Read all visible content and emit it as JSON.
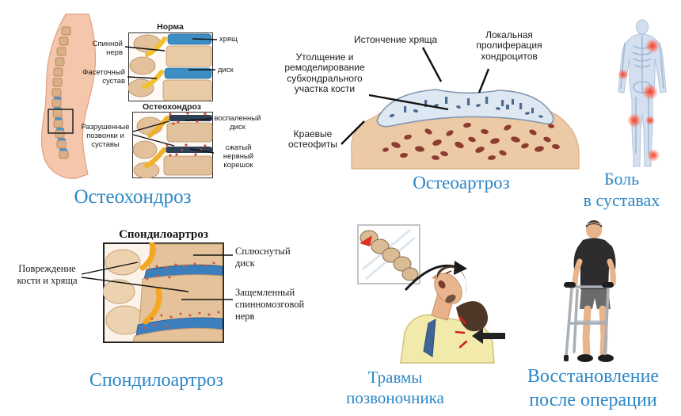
{
  "colors": {
    "caption_blue": "#2d87c6",
    "label_black": "#1b1b1b",
    "disc_blue": "#3b80bd",
    "bone_tan": "#e9c7a3",
    "nerve_yellow": "#f2b52c",
    "pain_red": "#ff2d12",
    "marrow_red": "#8d3c31"
  },
  "panels": {
    "osteochondrosis": {
      "caption": "Остеохондроз",
      "sub_normal": {
        "title": "Норма",
        "label_spinal_nerve": "Спинной нерв",
        "label_facet_joint": "Фасеточный сустав",
        "label_cartilage": "хрящ",
        "label_disc": "диск"
      },
      "sub_diseased": {
        "title": "Остеохондроз",
        "label_destroyed": "Разрушенные позвонки и суставы",
        "label_inflamed_disc": "воспаленный диск",
        "label_compressed_root": "сжатый нервный корешок"
      }
    },
    "osteoarthrosis": {
      "caption": "Остеоартроз",
      "label_cartilage_thinning": "Истончение хряща",
      "label_chondrocyte_proliferation": "Локальная пролиферация хондроцитов",
      "label_subchondral_remodeling": "Утолщение и ремоделирование субхондрального участка кости",
      "label_marginal_osteophytes": "Краевые остеофиты"
    },
    "joint_pain": {
      "caption_line1": "Боль",
      "caption_line2": "в суставах"
    },
    "spondyloarthrosis": {
      "caption": "Спондилоартроз",
      "diagram_title": "Спондилоартроз",
      "label_bone_cartilage_damage": "Повреждение кости и хряща",
      "label_flattened_disc": "Сплюснутый диск",
      "label_pinched_nerve": "Защемленный спинномозговой нерв"
    },
    "spine_injuries": {
      "caption_line1": "Травмы",
      "caption_line2": "позвоночника"
    },
    "post_surgery_recovery": {
      "caption_line1": "Восстановление",
      "caption_line2": "после операции"
    }
  }
}
